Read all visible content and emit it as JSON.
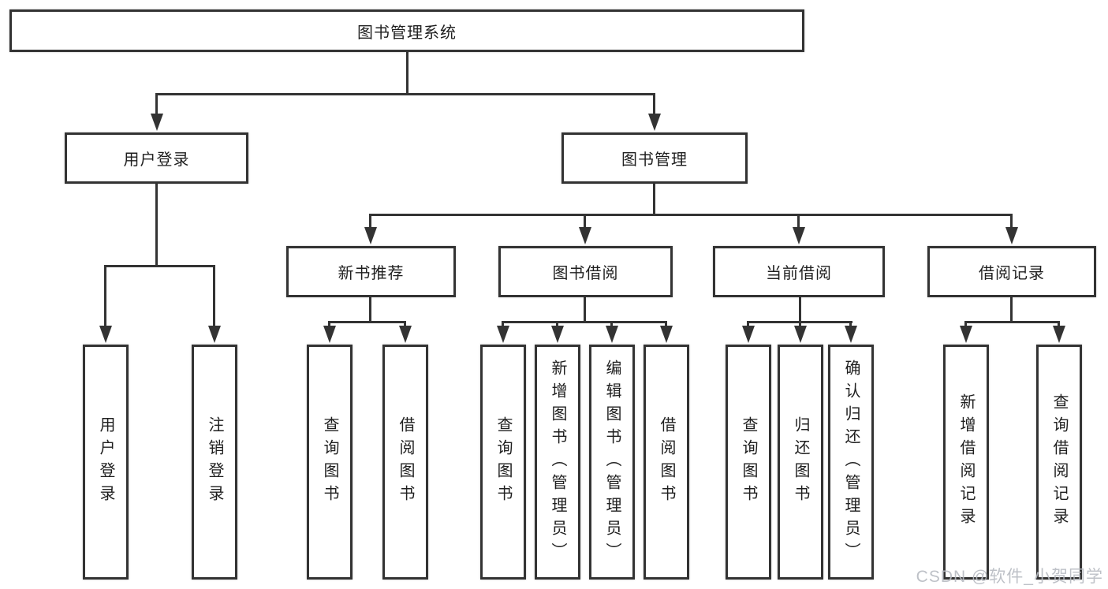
{
  "tree": {
    "root": {
      "label": "图书管理系统"
    },
    "level2": [
      {
        "label": "用户登录"
      },
      {
        "label": "图书管理"
      }
    ],
    "level3": [
      {
        "label": "新书推荐"
      },
      {
        "label": "图书借阅"
      },
      {
        "label": "当前借阅"
      },
      {
        "label": "借阅记录"
      }
    ],
    "leaves": {
      "login": [
        "用户登录",
        "注销登录"
      ],
      "recommend": [
        "查询图书",
        "借阅图书"
      ],
      "borrow": [
        "查询图书",
        "新增图书（管理员）",
        "编辑图书（管理员）",
        "借阅图书"
      ],
      "current": [
        "查询图书",
        "归还图书",
        "确认归还（管理员）"
      ],
      "records": [
        "新增借阅记录",
        "查询借阅记录"
      ]
    }
  },
  "watermark": {
    "text": "CSDN @软件_小贺同学"
  },
  "colors": {
    "line": "#333333",
    "box_background": "#ffffff",
    "text": "#1f1f1f",
    "watermark": "#b7bbc2"
  }
}
